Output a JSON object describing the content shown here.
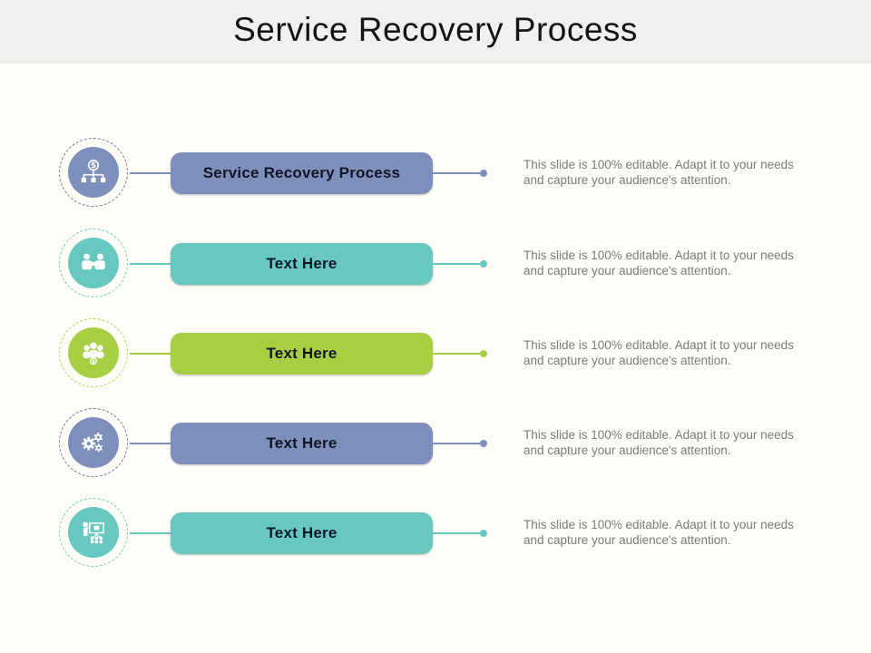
{
  "header": {
    "title": "Service Recovery Process",
    "background": "#f0f0ee",
    "title_color": "#141414"
  },
  "body_background": "#fefdf8",
  "bar_text_color": "#0f1626",
  "description_text_color": "#7b7b7b",
  "rows": [
    {
      "icon": "money-allocation-icon",
      "label": "Service Recovery Process",
      "accent": "#7d8fba",
      "ring": "#6e7fa5",
      "description": {
        "line1": "This slide is 100% editable. Adapt it to your needs",
        "line2": "and capture your audience's attention."
      }
    },
    {
      "icon": "handshake-icon",
      "label": "Text Here",
      "accent": "#67c8c0",
      "ring": "#72cdc5",
      "description": {
        "line1": "This slide is 100% editable. Adapt it to your needs",
        "line2": "and capture your audience's attention."
      }
    },
    {
      "icon": "people-group-icon",
      "label": "Text Here",
      "accent": "#a7cf44",
      "ring": "#b5d75c",
      "description": {
        "line1": "This slide is 100% editable. Adapt it to your needs",
        "line2": "and capture your audience's attention."
      }
    },
    {
      "icon": "gears-icon",
      "label": "Text Here",
      "accent": "#7d8fba",
      "ring": "#6e7fa5",
      "description": {
        "line1": "This slide is 100% editable. Adapt it to your needs",
        "line2": "and capture your audience's attention."
      }
    },
    {
      "icon": "presentation-icon",
      "label": "Text Here",
      "accent": "#67c8c0",
      "ring": "#72cdc5",
      "description": {
        "line1": "This slide is 100% editable. Adapt it to your needs",
        "line2": "and capture your audience's attention."
      }
    }
  ]
}
